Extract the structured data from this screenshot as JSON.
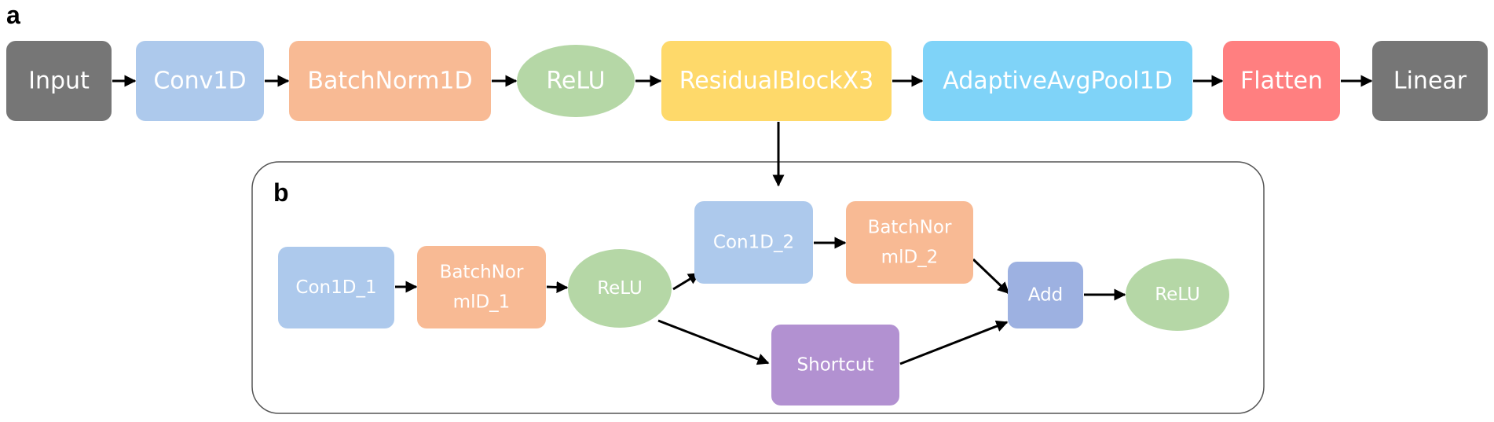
{
  "panels": {
    "a_label": "a",
    "b_label": "b"
  },
  "colors": {
    "gray": "#767676",
    "conv_blue": "#adc9ec",
    "orange": "#f8ba94",
    "green": "#b5d7a6",
    "yellow": "#fed96a",
    "sky": "#7fd3f8",
    "red": "#ff7f80",
    "add_blue": "#9db1e1",
    "purple": "#b291d1",
    "border": "#555555"
  },
  "top_flow": [
    {
      "id": "input",
      "lines": [
        "Input"
      ],
      "color": "gray"
    },
    {
      "id": "conv1d",
      "lines": [
        "Conv1D"
      ],
      "color": "conv_blue"
    },
    {
      "id": "batchnorm1d",
      "lines": [
        "BatchNorm1D"
      ],
      "color": "orange"
    },
    {
      "id": "relu",
      "lines": [
        "ReLU"
      ],
      "color": "green",
      "shape": "ellipse"
    },
    {
      "id": "residualblockx3",
      "lines": [
        "ResidualBlockX3"
      ],
      "color": "yellow"
    },
    {
      "id": "adaptiveavgpool1d",
      "lines": [
        "AdaptiveAvgPool1D"
      ],
      "color": "sky"
    },
    {
      "id": "flatten",
      "lines": [
        "Flatten"
      ],
      "color": "red"
    },
    {
      "id": "linear",
      "lines": [
        "Linear"
      ],
      "color": "gray"
    }
  ],
  "residual_block": [
    {
      "id": "con1d-1",
      "lines": [
        "Con1D_1"
      ],
      "color": "conv_blue"
    },
    {
      "id": "batchnorm-1",
      "lines": [
        "BatchNor",
        "mlD_1"
      ],
      "color": "orange"
    },
    {
      "id": "relu-1",
      "lines": [
        "ReLU"
      ],
      "color": "green",
      "shape": "ellipse"
    },
    {
      "id": "con1d-2",
      "lines": [
        "Con1D_2"
      ],
      "color": "conv_blue"
    },
    {
      "id": "batchnorm-2",
      "lines": [
        "BatchNor",
        "mlD_2"
      ],
      "color": "orange"
    },
    {
      "id": "shortcut",
      "lines": [
        "Shortcut"
      ],
      "color": "purple"
    },
    {
      "id": "add",
      "lines": [
        "Add"
      ],
      "color": "add_blue"
    },
    {
      "id": "relu-2",
      "lines": [
        "ReLU"
      ],
      "color": "green",
      "shape": "ellipse"
    }
  ]
}
